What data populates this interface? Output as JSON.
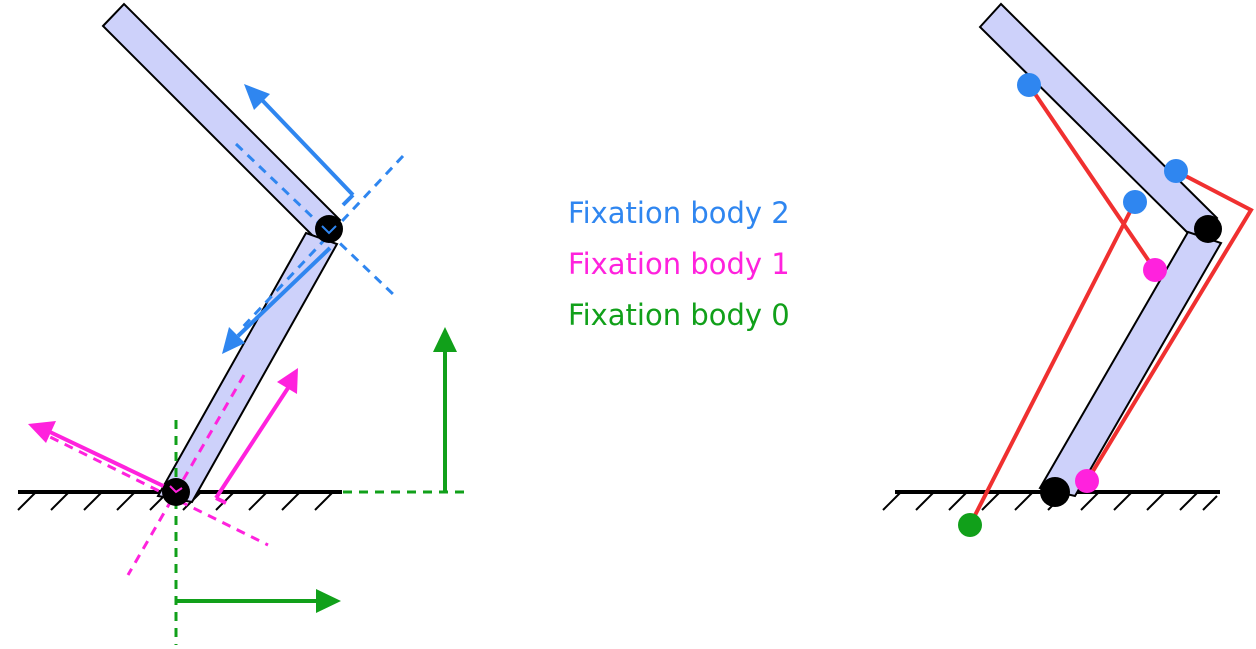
{
  "legend": {
    "body2": {
      "label": "Fixation body 2",
      "color": "#2f86f0"
    },
    "body1": {
      "label": "Fixation body 1",
      "color": "#ff22dd"
    },
    "body0": {
      "label": "Fixation body 0",
      "color": "#11a01a"
    }
  },
  "colors": {
    "link_fill": "#cdd1fa",
    "link_stroke": "#000000",
    "joint": "#000000",
    "muscle_path": "#f03030",
    "ground": "#000000"
  }
}
